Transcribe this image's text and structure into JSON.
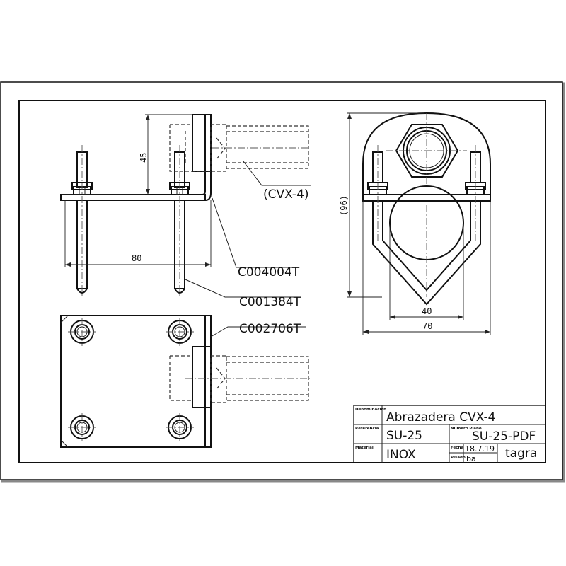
{
  "drawing": {
    "dimensions": {
      "d45": "45",
      "d80": "80",
      "d96": "(96)",
      "d40": "40",
      "d70": "70"
    },
    "parts": {
      "cvx": "(CVX-4)",
      "p1": "C004004T",
      "p2": "C001384T",
      "p3": "C002706T"
    }
  },
  "title_block": {
    "denominacion_label": "Denominacion",
    "denominacion_value": "Abrazadera CVX-4",
    "referencia_label": "Referencia",
    "referencia_value": "SU-25",
    "numero_plano_label": "Numero Plano",
    "numero_plano_value": "SU-25-PDF",
    "material_label": "Material",
    "material_value": "INOX",
    "fecha_label": "Fecha",
    "fecha_value": "18.7.19",
    "visado_label": "Visado",
    "visado_value": "ba",
    "brand": "tagra"
  }
}
